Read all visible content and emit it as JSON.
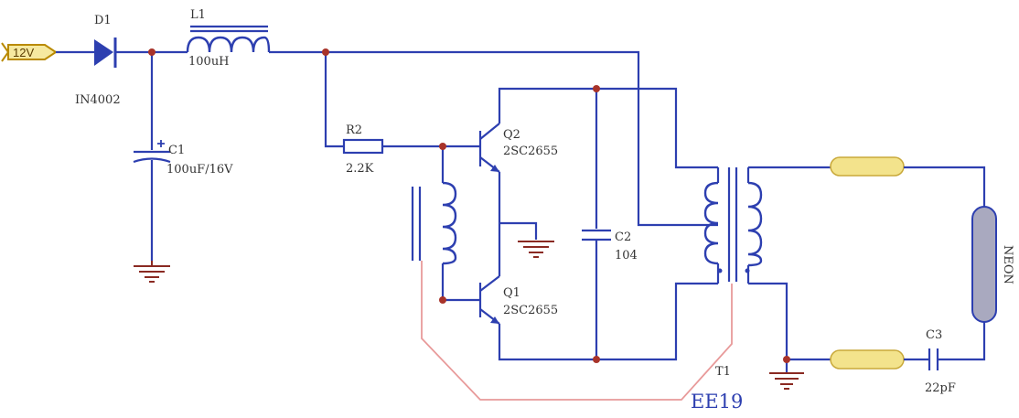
{
  "input": {
    "label": "12V"
  },
  "d1": {
    "ref": "D1",
    "part": "IN4002"
  },
  "l1": {
    "ref": "L1",
    "value": "100uH"
  },
  "c1": {
    "ref": "C1",
    "value": "100uF/16V"
  },
  "r2": {
    "ref": "R2",
    "value": "2.2K"
  },
  "q2": {
    "ref": "Q2",
    "part": "2SC2655"
  },
  "q1": {
    "ref": "Q1",
    "part": "2SC2655"
  },
  "c2": {
    "ref": "C2",
    "value": "104"
  },
  "t1": {
    "ref": "T1",
    "core": "EE19"
  },
  "c3": {
    "ref": "C3",
    "value": "22pF"
  },
  "lamp": {
    "label": "NEON"
  },
  "colors": {
    "wire": "#2d3fb0",
    "junction": "#a8332a",
    "ground": "#8a2a22",
    "feedback": "#e89a9a",
    "electrode": "#f3e38c",
    "tube": "#a9a9bf"
  }
}
